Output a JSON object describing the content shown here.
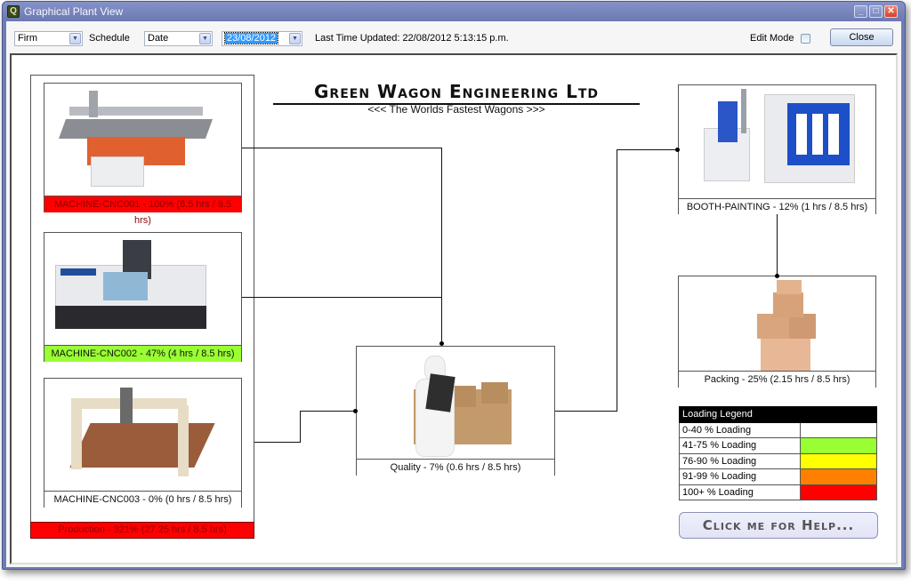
{
  "window": {
    "title": "Graphical Plant View",
    "app_icon": "app-logo-icon",
    "controls": {
      "minimize": "_",
      "maximize": "□",
      "close": "✕"
    }
  },
  "toolbar": {
    "firm_select": {
      "value": "Firm"
    },
    "schedule_label": "Schedule",
    "date_type_select": {
      "value": "Date"
    },
    "date_select": {
      "value": "23/08/2012"
    },
    "last_updated": "Last Time Updated: 22/08/2012 5:13:15 p.m.",
    "edit_mode_label": "Edit Mode",
    "edit_mode_checked": false,
    "close_label": "Close",
    "dropdown_arrow": "▼"
  },
  "header": {
    "company_name": "Green Wagon Engineering Ltd",
    "tagline": "<<< The Worlds Fastest Wagons >>>"
  },
  "plant": {
    "production": {
      "label": "Production - 321% (27.25 hrs / 8.5 hrs)",
      "status_color": "#ff0000"
    },
    "machines": [
      {
        "id": "cnc001",
        "label": "MACHINE-CNC001 - 100% (8.5 hrs / 8.5 hrs)",
        "status_color": "#ff0000",
        "image": "cnc-router-image"
      },
      {
        "id": "cnc002",
        "label": "MACHINE-CNC002 - 47% (4 hrs / 8.5 hrs)",
        "status_color": "#99ff33",
        "image": "cnc-mill-image"
      },
      {
        "id": "cnc003",
        "label": "MACHINE-CNC003 - 0% (0 hrs / 8.5 hrs)",
        "status_color": "#ffffff",
        "image": "desktop-cnc-image"
      }
    ],
    "quality": {
      "label": "Quality - 7% (0.6 hrs / 8.5 hrs)",
      "status_color": "#ffffff",
      "image": "inspector-with-boxes-image"
    },
    "booth_painting": {
      "label": "BOOTH-PAINTING - 12% (1 hrs / 8.5 hrs)",
      "status_color": "#ffffff",
      "image": "paint-booth-image"
    },
    "packing": {
      "label": "Packing - 25% (2.15 hrs / 8.5 hrs)",
      "status_color": "#ffffff",
      "image": "stacked-boxes-image"
    }
  },
  "legend": {
    "title": "Loading Legend",
    "rows": [
      {
        "label": "0-40 % Loading",
        "color": "#ffffff"
      },
      {
        "label": "41-75 % Loading",
        "color": "#99ff33"
      },
      {
        "label": "76-90 % Loading",
        "color": "#ffff00"
      },
      {
        "label": "91-99 % Loading",
        "color": "#ff8000"
      },
      {
        "label": "100+ % Loading",
        "color": "#ff0000"
      }
    ]
  },
  "help_button": {
    "label": "Click me for Help..."
  }
}
